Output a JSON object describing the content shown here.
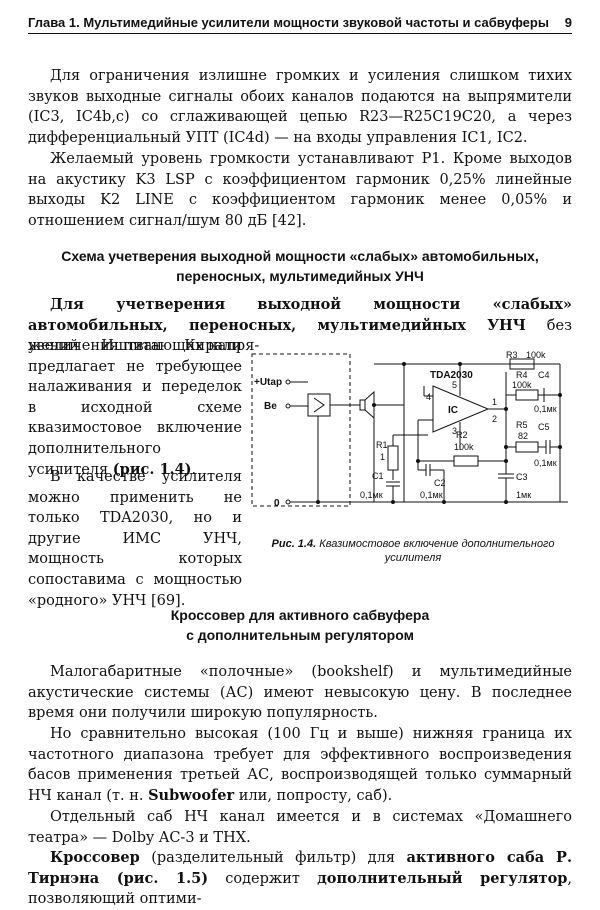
{
  "header": {
    "title": "Глава 1. Мультимедийные усилители мощности звуковой частоты и сабвуферы",
    "page_number": "9"
  },
  "para1": "Для ограничения излишне громких и усиления слишком тихих звуков выходные сигналы обоих каналов подаются на выпрямители (IC3, IC4b,c) со сглаживающей цепью R23—R25C19C20, а через дифференциальный УПТ (IC4d) — на входы управления IC1, IC2.",
  "para2": "Желаемый уровень громкости устанавливают P1. Кроме выходов на акустику K3 LSP с коэффициентом гармоник 0,25% линейные выходы K2 LINE с коэффициентом гармоник менее 0,05% и отношением сигнал/шум 80 дБ [42].",
  "section1": {
    "heading": "Схема учетверения выходной мощности «слабых» автомобильных, переносных, мультимедийных УНЧ",
    "intro_bold": "Для учетверения выходной мощности «слабых» автомобильных, переносных, мультимедийных УНЧ",
    "intro_rest": " без увеличения питающих напря-",
    "col_text_a": "жений Иштван Кирали предлагает не требующее налаживания и переделок в исходной схеме квазимостовое включение дополнительного усилителя ",
    "col_ref_a": "(рис. 1.4)",
    "col_text_a_end": ".",
    "col_text_b": "В качестве усилителя можно применить не только TDA2030, но и другие ИМС УНЧ, мощность которых сопоставима с мощностью «родного» УНЧ [69].",
    "figure_caption_label": "Рис. 1.4.",
    "figure_caption_text": " Квазимостовое включение дополнительного усилителя"
  },
  "schematic": {
    "chip": "TDA2030",
    "ic_label": "IC",
    "input_uap": "+Utap",
    "input_be": "Be",
    "ground": "0",
    "r1": "R1",
    "r1_value": "1",
    "r2": "R2",
    "r2_value": "100k",
    "r3": "R3",
    "r3_value": "100k",
    "r4": "R4",
    "r4_value": "100k",
    "r5": "R5",
    "r5_value": "82",
    "c1": "C1",
    "c1_value": "0,1мк",
    "c2": "C2",
    "c2_value": "0,1мк",
    "c3": "C3",
    "c3_value": "1мк",
    "c4": "C4",
    "c4_value": "0,1мк",
    "c5": "C5",
    "c5_value": "0,1мк",
    "pin1": "1",
    "pin2": "2",
    "pin3": "3",
    "pin4": "4",
    "pin5": "5"
  },
  "section2": {
    "heading_line1": "Кроссовер для активного сабвуфера",
    "heading_line2": "с дополнительным регулятором",
    "para1": "Малогабаритные «полочные» (bookshelf) и мультимедийные акустические системы (АС) имеют невысокую цену. В последнее время они получили широкую популярность.",
    "para2": "Но сравнительно высокая (100 Гц и выше) нижняя граница их частотного диапазона требует для эффективного воспроизведения басов применения третьей АС, воспроизводящей только суммарный НЧ канал (т. н. ",
    "para2_bold": "Subwoofer",
    "para2_end": " или, попросту, саб).",
    "para3": "Отдельный саб НЧ канал имеется и в системах «Домашнего театра» — Dolby AC-3 и THX.",
    "para4_bold1": "Кроссовер",
    "para4_mid1": " (разделительный фильтр) для ",
    "para4_bold2": "активного саба Р. Тирнэна (рис. 1.5)",
    "para4_mid2": " содержит ",
    "para4_bold3": "дополнительный регулятор",
    "para4_end": ", позволяющий оптими-"
  }
}
